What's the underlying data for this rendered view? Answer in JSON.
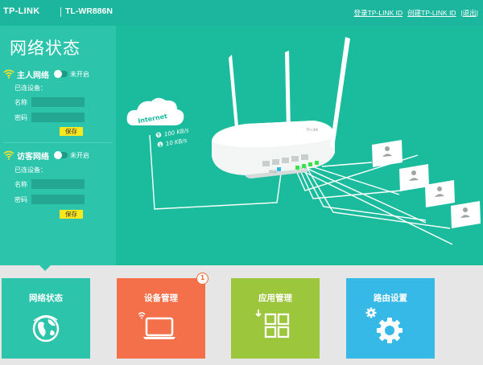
{
  "header": {
    "logo": "TP-LINK",
    "model": "TL-WR886N",
    "links": [
      "登录TP-LINK ID",
      "创建TP-LINK ID",
      "|退出|"
    ]
  },
  "sidebar": {
    "title": "网络状态",
    "main_network": {
      "name": "主人网络",
      "state": "未开启",
      "connected_label": "已连设备：",
      "name_label": "名称",
      "password_label": "密码",
      "name_value": "",
      "password_value": "",
      "save_label": "保存"
    },
    "guest_network": {
      "name": "访客网络",
      "state": "未开启",
      "connected_label": "已连设备：",
      "name_label": "名称",
      "password_label": "密码",
      "name_value": "",
      "password_value": "",
      "save_label": "保存"
    }
  },
  "diagram": {
    "internet_label": "Internet",
    "upload_speed": "100 KB/s",
    "download_speed": "10 KB/s",
    "router_brand": "TP-LINK",
    "wan_label": "WAN",
    "lan_label": "LAN",
    "client_count": 4
  },
  "tiles": [
    {
      "label": "网络状态",
      "color": "#2dc4ac",
      "icon": "globe-icon"
    },
    {
      "label": "设备管理",
      "color": "#f3704a",
      "icon": "laptop-icon",
      "badge": "1"
    },
    {
      "label": "应用管理",
      "color": "#9cc63c",
      "icon": "apps-grid-icon"
    },
    {
      "label": "路由设置",
      "color": "#36b9e6",
      "icon": "settings-gears-icon"
    }
  ]
}
